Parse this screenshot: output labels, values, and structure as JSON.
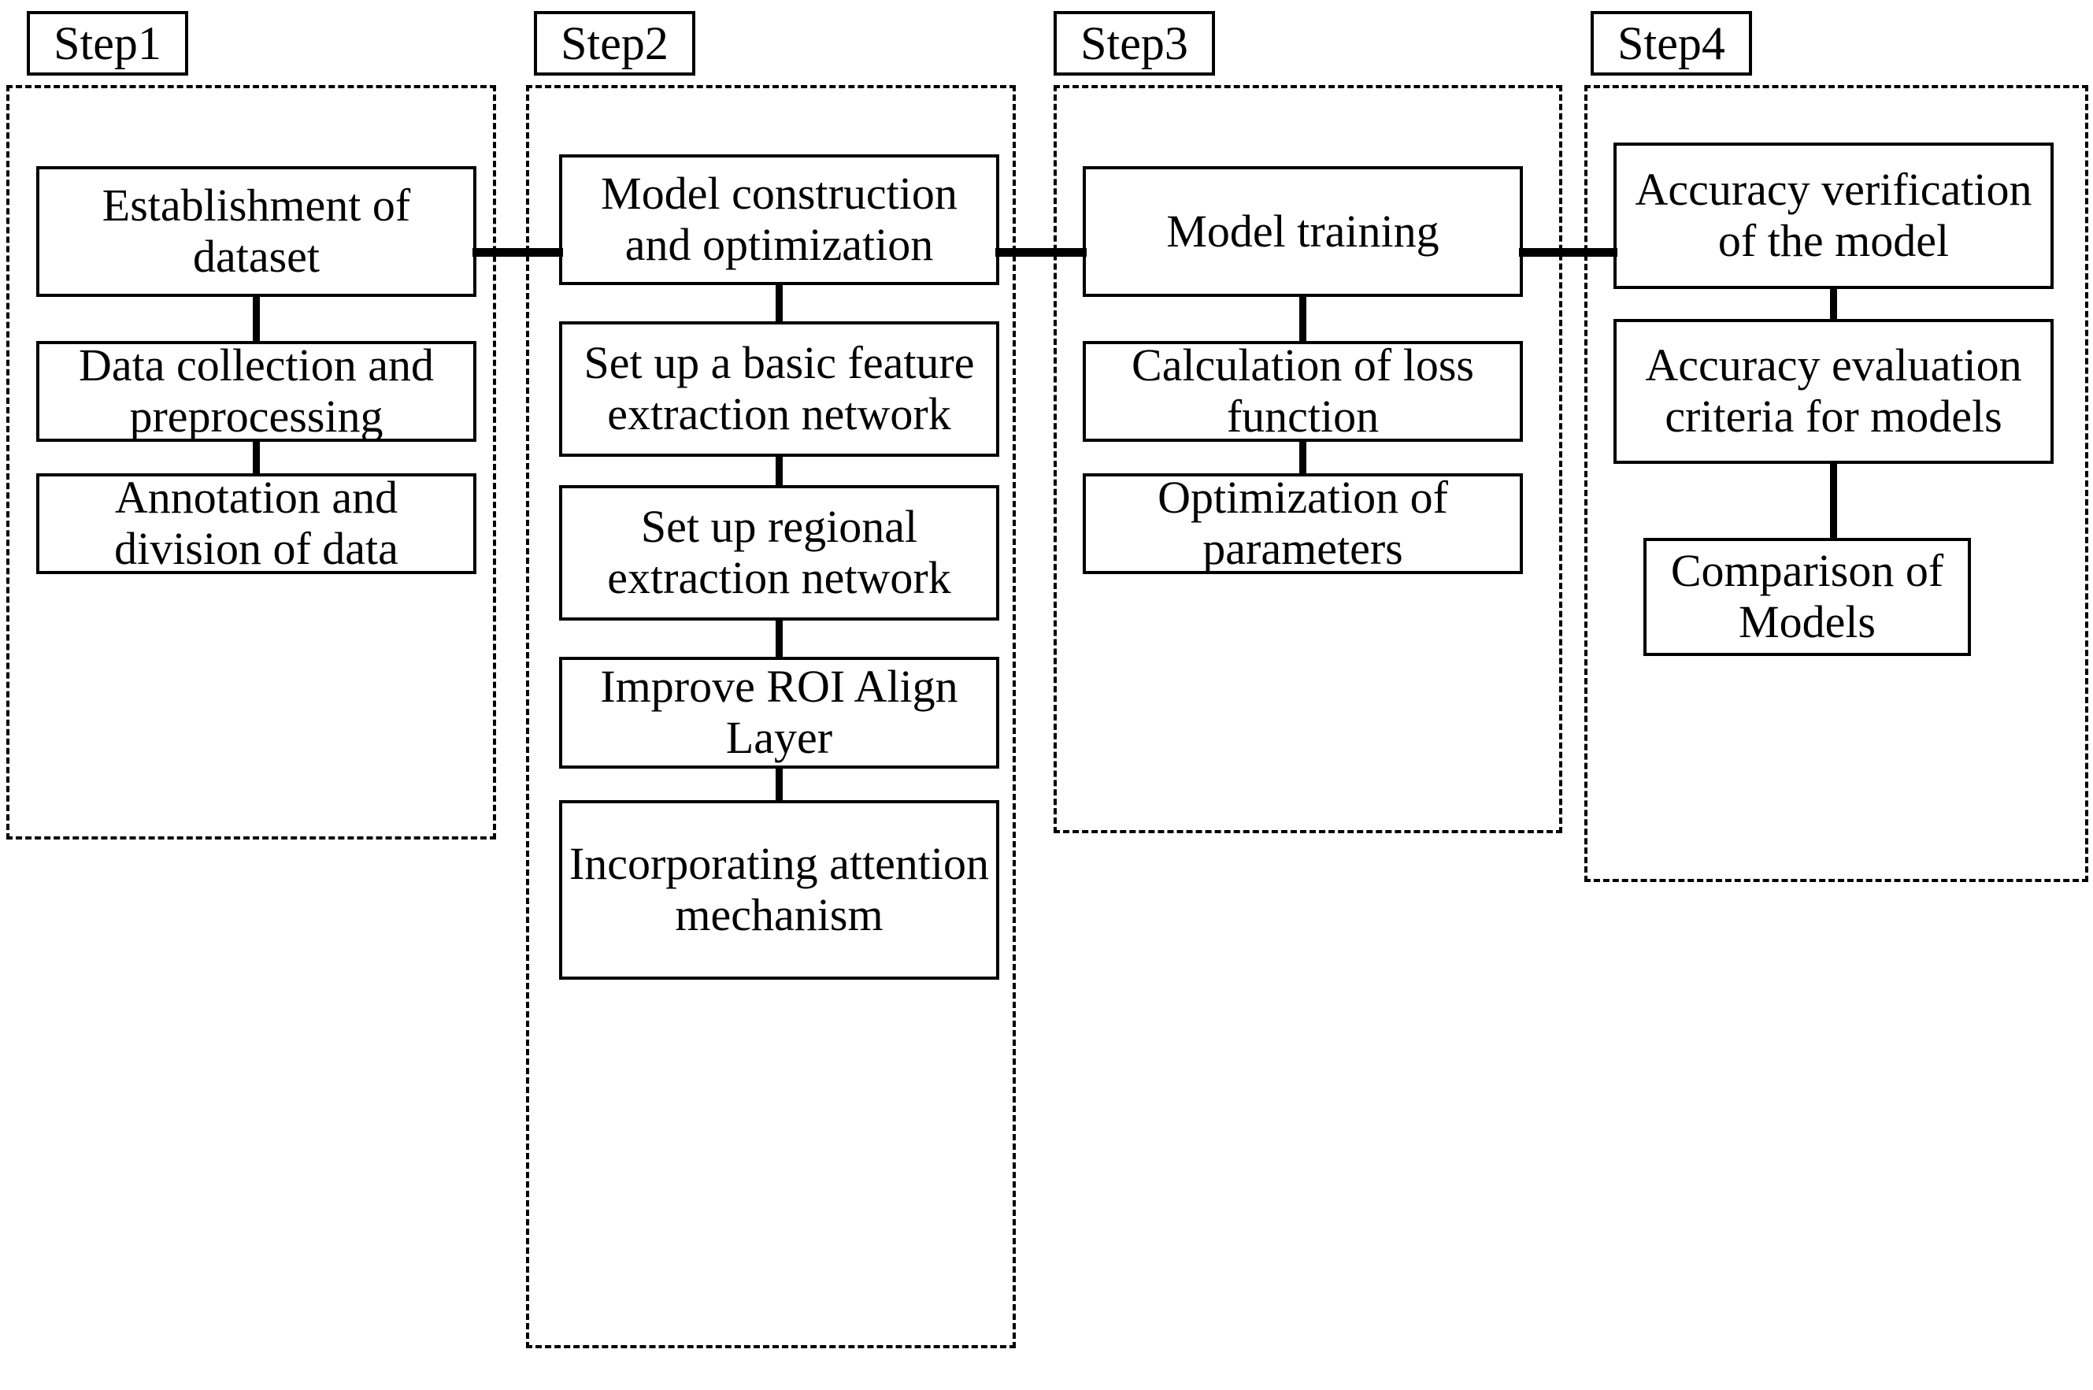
{
  "diagram": {
    "title": "Four-step deep learning model workflow flowchart",
    "line_color": "#000000",
    "background_color": "#ffffff"
  },
  "steps": [
    {
      "id": "step1",
      "header": "Step1",
      "nodes": [
        {
          "id": "s1n1",
          "label": "Establishment of dataset"
        },
        {
          "id": "s1n2",
          "label": "Data collection and preprocessing"
        },
        {
          "id": "s1n3",
          "label": "Annotation and division of data"
        }
      ]
    },
    {
      "id": "step2",
      "header": "Step2",
      "nodes": [
        {
          "id": "s2n1",
          "label": "Model construction and optimization"
        },
        {
          "id": "s2n2",
          "label": "Set up a basic feature extraction network"
        },
        {
          "id": "s2n3",
          "label": "Set up regional extraction network"
        },
        {
          "id": "s2n4",
          "label": "Improve ROI Align Layer"
        },
        {
          "id": "s2n5",
          "label": "Incorporating attention mechanism"
        }
      ]
    },
    {
      "id": "step3",
      "header": "Step3",
      "nodes": [
        {
          "id": "s3n1",
          "label": "Model training"
        },
        {
          "id": "s3n2",
          "label": "Calculation of loss function"
        },
        {
          "id": "s3n3",
          "label": "Optimization of parameters"
        }
      ]
    },
    {
      "id": "step4",
      "header": "Step4",
      "nodes": [
        {
          "id": "s4n1",
          "label": "Accuracy verification of the model"
        },
        {
          "id": "s4n2",
          "label": "Accuracy evaluation criteria for models"
        },
        {
          "id": "s4n3",
          "label": "Comparison of Models"
        }
      ]
    }
  ],
  "cross_step_links": [
    {
      "from": "s1n1",
      "to": "s2n1"
    },
    {
      "from": "s2n1",
      "to": "s3n1"
    },
    {
      "from": "s3n1",
      "to": "s4n1"
    }
  ]
}
